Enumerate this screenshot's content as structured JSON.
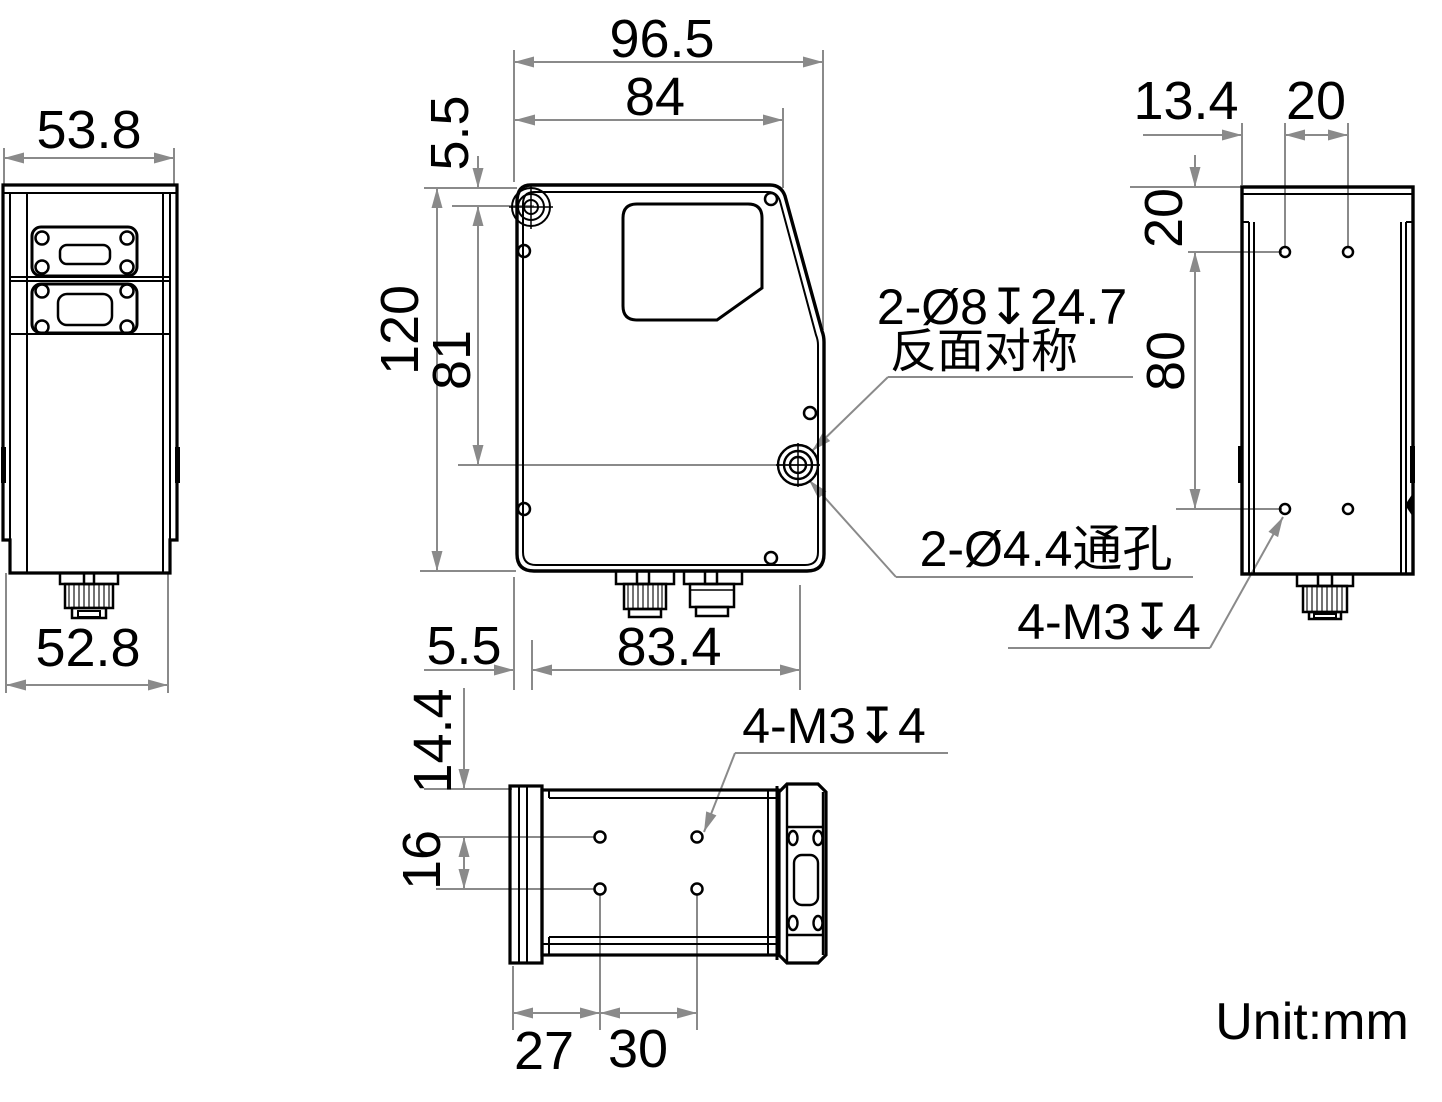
{
  "drawing": {
    "title": "sensor-outline-dimension-drawing",
    "unit_label": "Unit:mm"
  },
  "colors": {
    "part_line": "#000000",
    "dimension_line": "#8a8a8a",
    "text": "#000000",
    "background": "#ffffff"
  },
  "back_view": {
    "dim_width_top": "53.8",
    "dim_width_bottom": "52.8"
  },
  "front_view": {
    "dim_width_total": "96.5",
    "dim_width_upper": "84",
    "dim_top_offset": "5.5",
    "dim_height_total": "120",
    "dim_hole_height": "81",
    "dim_bottom_offset": "5.5",
    "dim_width_bottom": "83.4"
  },
  "side_view": {
    "dim_edge_to_hole": "13.4",
    "dim_hole_spacing_horizontal": "20",
    "dim_top_to_hole": "20",
    "dim_hole_span_vertical": "80"
  },
  "bottom_view": {
    "dim_depth_offset": "14.4",
    "dim_row_spacing": "16",
    "dim_edge_to_first_hole": "27",
    "dim_hole_spacing": "30"
  },
  "annotations": {
    "counterbore_spec": "2-Ø8↧24.7",
    "counterbore_note": "反面对称",
    "through_hole_spec": "2-Ø4.4通孔",
    "tap_spec_side": "4-M3↧4",
    "tap_spec_bottom": "4-M3↧4"
  }
}
